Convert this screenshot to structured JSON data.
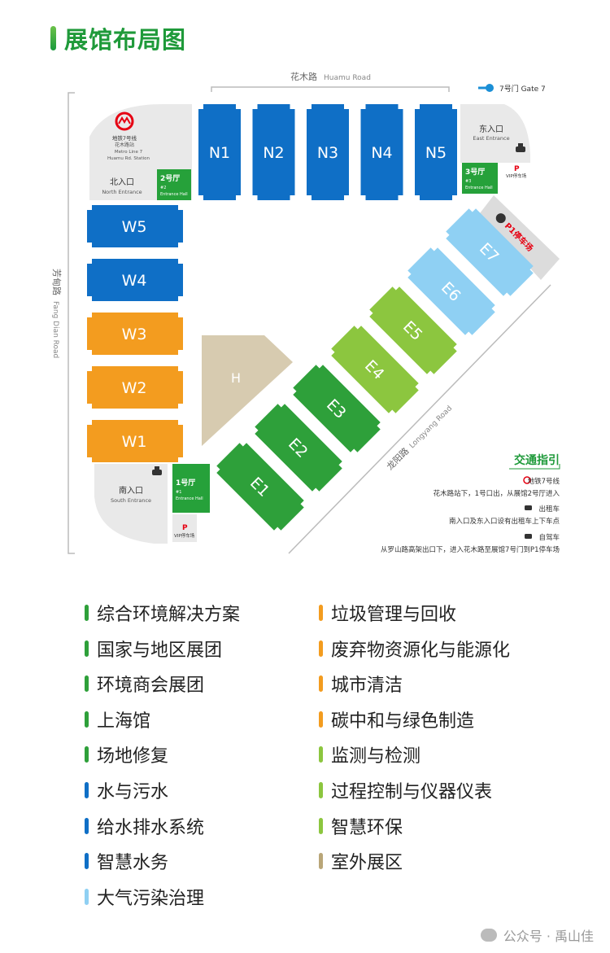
{
  "title": "展馆布局图",
  "colors": {
    "blue": "#0f6fc6",
    "orange": "#f39c1f",
    "green_dark": "#2ea03a",
    "green_light": "#8cc63f",
    "sky": "#8fd0f3",
    "khaki": "#d7cbb0",
    "hall_green": "#26a13a"
  },
  "map": {
    "roads": {
      "huamu_cn": "花木路",
      "huamu_en": "Huamu Road",
      "fangdian_cn": "芳甸路",
      "fangdian_en": "Fang Dian Road",
      "longyang_cn": "龙阳路",
      "longyang_en": "Longyang Road"
    },
    "gate7": "7号门 Gate 7",
    "metro": {
      "line1": "地铁7号线",
      "line2": "花木路站",
      "line3": "Metro Line 7",
      "line4": "Huamu Rd. Station"
    },
    "north_entrance": {
      "cn": "北入口",
      "en": "North Entrance"
    },
    "east_entrance": {
      "cn": "东入口",
      "en": "East Entrance"
    },
    "south_entrance": {
      "cn": "南入口",
      "en": "South Entrance"
    },
    "hall2": {
      "cn": "2号厅",
      "num": "#2",
      "en": "Entrance Hall"
    },
    "hall3": {
      "cn": "3号厅",
      "num": "#3",
      "en": "Entrance Hall"
    },
    "hall1": {
      "cn": "1号厅",
      "num": "#1",
      "en": "Entrance Hall"
    },
    "vip_parking": "VIP停车场",
    "p_letter": "P",
    "p1_parking": "P1停车场",
    "halls_n": [
      "N1",
      "N2",
      "N3",
      "N4",
      "N5"
    ],
    "halls_w": [
      "W5",
      "W4",
      "W3",
      "W2",
      "W1"
    ],
    "halls_e": [
      "E1",
      "E2",
      "E3",
      "E4",
      "E5",
      "E6",
      "E7"
    ],
    "hall_h": "H",
    "traffic": {
      "title": "交通指引",
      "metro_label": "地铁7号线",
      "metro_desc": "花木路站下，1号口出，从展馆2号厅进入",
      "taxi_label": "出租车",
      "taxi_desc": "南入口及东入口设有出租车上下车点",
      "car_label": "自驾车",
      "car_desc": "从罗山路高架出口下，进入花木路至展馆7号门到P1停车场"
    }
  },
  "legend": [
    {
      "label": "综合环境解决方案",
      "color": "#2ea03a"
    },
    {
      "label": "国家与地区展团",
      "color": "#2ea03a"
    },
    {
      "label": "环境商会展团",
      "color": "#2ea03a"
    },
    {
      "label": "上海馆",
      "color": "#2ea03a"
    },
    {
      "label": "场地修复",
      "color": "#2ea03a"
    },
    {
      "label": "水与污水",
      "color": "#0f6fc6"
    },
    {
      "label": "给水排水系统",
      "color": "#0f6fc6"
    },
    {
      "label": "智慧水务",
      "color": "#0f6fc6"
    },
    {
      "label": "大气污染治理",
      "color": "#8fd0f3"
    },
    {
      "label": "垃圾管理与回收",
      "color": "#f39c1f"
    },
    {
      "label": "废弃物资源化与能源化",
      "color": "#f39c1f"
    },
    {
      "label": "城市清洁",
      "color": "#f39c1f"
    },
    {
      "label": "碳中和与绿色制造",
      "color": "#f39c1f"
    },
    {
      "label": "监测与检测",
      "color": "#8cc63f"
    },
    {
      "label": "过程控制与仪器仪表",
      "color": "#8cc63f"
    },
    {
      "label": "智慧环保",
      "color": "#8cc63f"
    },
    {
      "label": "室外展区",
      "color": "#b9a678"
    }
  ],
  "footer": "公众号 · 禹山佳"
}
